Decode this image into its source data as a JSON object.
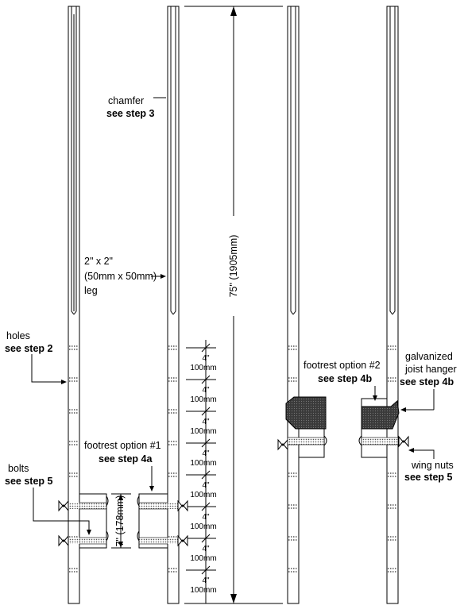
{
  "labels": {
    "chamfer": "chamfer",
    "chamfer_step": "see step 3",
    "leg_size": "2\" x 2\"",
    "leg_metric": "(50mm x 50mm)",
    "leg_word": "leg",
    "holes": "holes",
    "holes_step": "see step 2",
    "bolts": "bolts",
    "bolts_step": "see step 5",
    "footrest1": "footrest option #1",
    "footrest1_step": "see step 4a",
    "footrest2": "footrest option #2",
    "footrest2_step": "see step 4b",
    "hanger_line1": "galvanized",
    "hanger_line2": "joist hanger",
    "hanger_step": "see step 4b",
    "wingnuts": "wing nuts",
    "wingnuts_step": "see step 5"
  },
  "dimensions": {
    "total_length": "75\" (1905mm)",
    "footrest_height": "7\" (178mm)",
    "hole_spacing": [
      {
        "imperial": "4\"",
        "metric": "100mm"
      },
      {
        "imperial": "4\"",
        "metric": "100mm"
      },
      {
        "imperial": "4\"",
        "metric": "100mm"
      },
      {
        "imperial": "4\"",
        "metric": "100mm"
      },
      {
        "imperial": "4\"",
        "metric": "100mm"
      },
      {
        "imperial": "4\"",
        "metric": "100mm"
      },
      {
        "imperial": "4\"",
        "metric": "100mm"
      },
      {
        "imperial": "4\"",
        "metric": "100mm"
      }
    ]
  },
  "colors": {
    "line": "#000000",
    "background": "#ffffff",
    "hanger_fill": "#3a3a3a",
    "footrest_dots": "#555555"
  }
}
